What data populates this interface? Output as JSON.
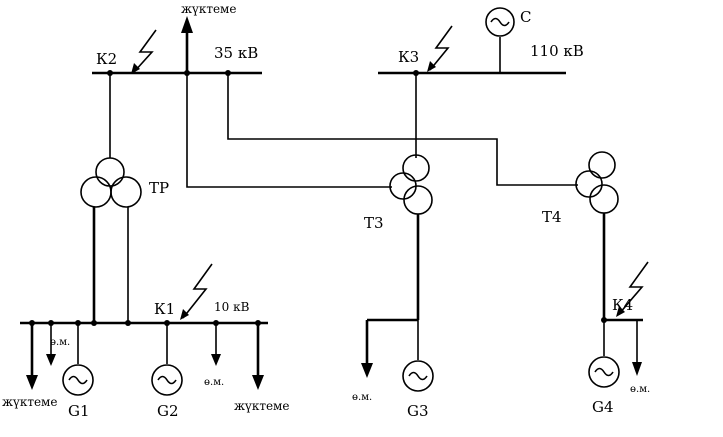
{
  "labels": {
    "top_load": "жүктеме",
    "bus_35": "35 кВ",
    "bus_110": "110 кВ",
    "bus_10": "10 кВ",
    "k1": "К1",
    "k2": "К2",
    "k3": "К3",
    "k4": "К4",
    "source_c": "С",
    "tr": "ТР",
    "t3": "Т3",
    "t4": "Т4",
    "g1": "G1",
    "g2": "G2",
    "g3": "G3",
    "g4": "G4",
    "load_left": "жүктеме",
    "load_right": "жүктеме",
    "om_1": "ө.м.",
    "om_2": "ө.м.",
    "om_3": "ө.м.",
    "om_4": "ө.м."
  }
}
